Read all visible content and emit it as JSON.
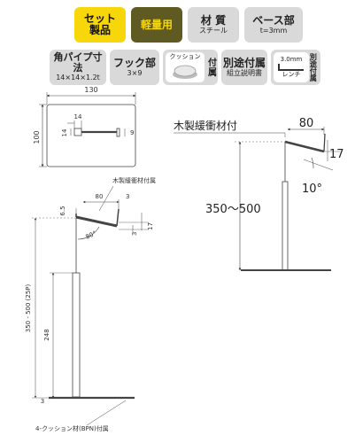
{
  "badges": {
    "set": {
      "line1": "セット",
      "line2": "製品"
    },
    "light": "軽量用",
    "material": {
      "title": "材 質",
      "value": "スチール"
    },
    "base": {
      "title": "ベース部",
      "value": "t=3mm"
    },
    "pipe": {
      "title": "角パイプ寸法",
      "value": "14×14×1.2t"
    },
    "hook": {
      "title": "フック部",
      "value": "3×9"
    },
    "cushion": {
      "label": "クッション",
      "side": "付属"
    },
    "separate": {
      "title": "別途付属",
      "value": "組立説明書"
    },
    "wrench": {
      "size": "3.0mm",
      "label": "レンチ",
      "side": "別途付属"
    }
  },
  "top_view": {
    "width": "130",
    "height": "100",
    "tube": "14",
    "tube_v": "14",
    "hook": "9"
  },
  "side_view": {
    "wood_label": "木製緩衝材付属",
    "dim_80": "80",
    "dim_65": "6.5",
    "dim_3a": "3",
    "dim_3b": "3",
    "dim_17": "17",
    "angle": "80°",
    "height_range": "350 - 500 (25P)",
    "pole_height": "248",
    "base_thk": "3",
    "cushion_label": "4-クッション材(BPN)付属"
  },
  "big_view": {
    "wood_label": "木製緩衝材付",
    "dim_80": "80",
    "dim_17": "17",
    "angle": "10°",
    "height": "350～500"
  }
}
